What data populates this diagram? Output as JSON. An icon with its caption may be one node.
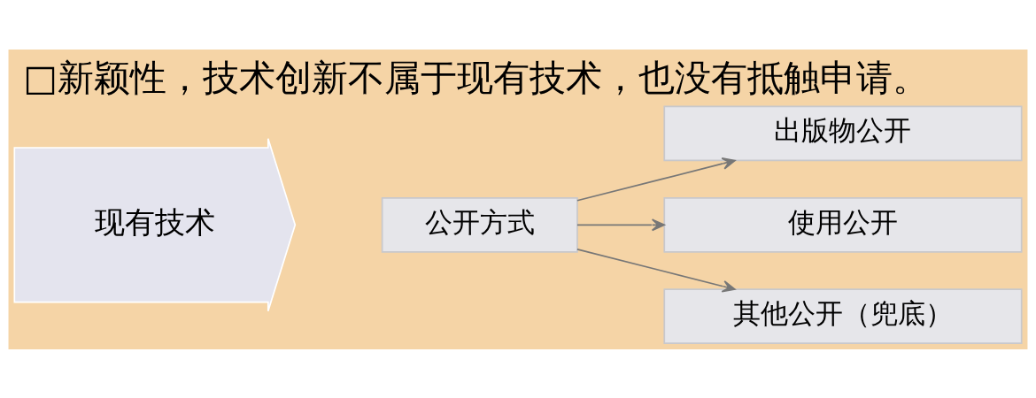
{
  "diagram": {
    "title": "□新颖性，技术创新不属于现有技术，也没有抵触申请。",
    "nodes": [
      {
        "text": [
          "现有技术"
        ]
      },
      {
        "text": [
          "公开方式"
        ]
      },
      {
        "text": [
          "出版物公开"
        ]
      },
      {
        "text": [
          "使用公开"
        ]
      },
      {
        "text": [
          "其他公开（兜底）"
        ]
      }
    ],
    "edges": [
      {
        "from": 1,
        "to": 2,
        "arrow": "to"
      },
      {
        "from": 1,
        "to": 3,
        "arrow": "to"
      },
      {
        "from": 1,
        "to": 4,
        "arrow": "to"
      }
    ]
  }
}
